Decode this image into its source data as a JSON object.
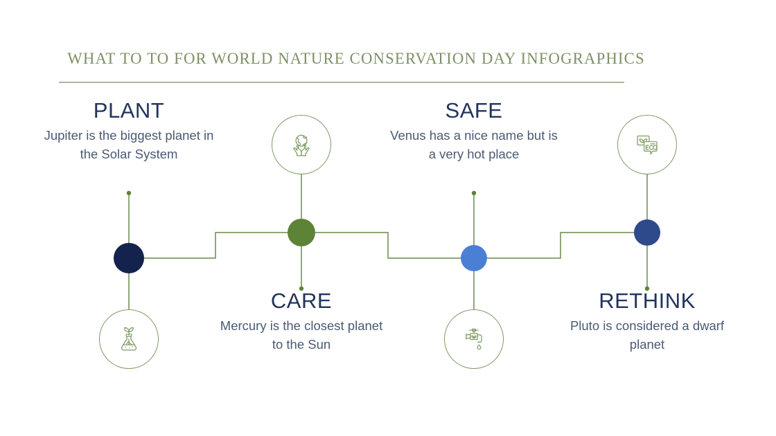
{
  "slide": {
    "title": "WHAT TO TO FOR WORLD NATURE CONSERVATION DAY INFOGRAPHICS",
    "background_color": "#ffffff",
    "title_color": "#7d9066",
    "rule_color": "#a9b897",
    "heading_color": "#22335c",
    "body_color": "#4a5a74",
    "connector_color": "#7d9a63",
    "icon_stroke_color": "#7d9a63"
  },
  "steps": [
    {
      "heading": "PLANT",
      "body": "Jupiter is the biggest planet in the Solar System",
      "text_position": "above",
      "icon_position": "below",
      "icon": "seedling-flask-icon",
      "dot_color": "#13234d"
    },
    {
      "heading": "CARE",
      "body": "Mercury is the closest planet to the Sun",
      "text_position": "below",
      "icon_position": "above",
      "icon": "hands-holding-earth-icon",
      "dot_color": "#5d8336"
    },
    {
      "heading": "SAFE",
      "body": "Venus has a nice name but is a very hot place",
      "text_position": "above",
      "icon_position": "below",
      "icon": "water-faucet-icon",
      "dot_color": "#4a7fd4"
    },
    {
      "heading": "RETHINK",
      "body": "Pluto is considered a dwarf planet",
      "text_position": "below",
      "icon_position": "above",
      "icon": "eco-label-icon",
      "dot_color": "#2f4a8a"
    }
  ]
}
